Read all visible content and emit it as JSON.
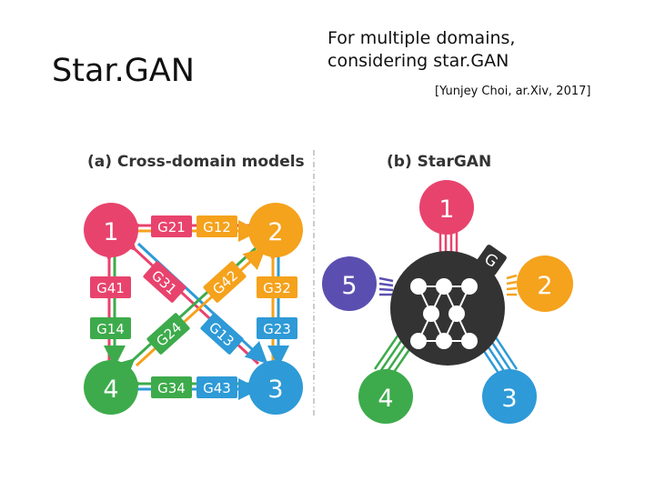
{
  "slide": {
    "title": "Star.GAN",
    "subtitle_line1": "For multiple domains,",
    "subtitle_line2": "considering star.GAN",
    "citation": "[Yunjey Choi, ar.Xiv, 2017]"
  },
  "colors": {
    "red": "#e8436d",
    "orange": "#f5a21c",
    "blue": "#2e9ad7",
    "green": "#3dab4b",
    "purple": "#5a4fb0",
    "generator": "#333333"
  },
  "panel_a": {
    "heading": "(a) Cross-domain models",
    "nodes": {
      "n1": "1",
      "n2": "2",
      "n3": "3",
      "n4": "4"
    },
    "generators": {
      "g21": "G21",
      "g12": "G12",
      "g41": "G41",
      "g14": "G14",
      "g32": "G32",
      "g23": "G23",
      "g34": "G34",
      "g43": "G43",
      "g31": "G31",
      "g42": "G42",
      "g24": "G24",
      "g13": "G13"
    }
  },
  "panel_b": {
    "heading": "(b) StarGAN",
    "generator_label": "G",
    "nodes": {
      "n1": "1",
      "n2": "2",
      "n3": "3",
      "n4": "4",
      "n5": "5"
    }
  }
}
